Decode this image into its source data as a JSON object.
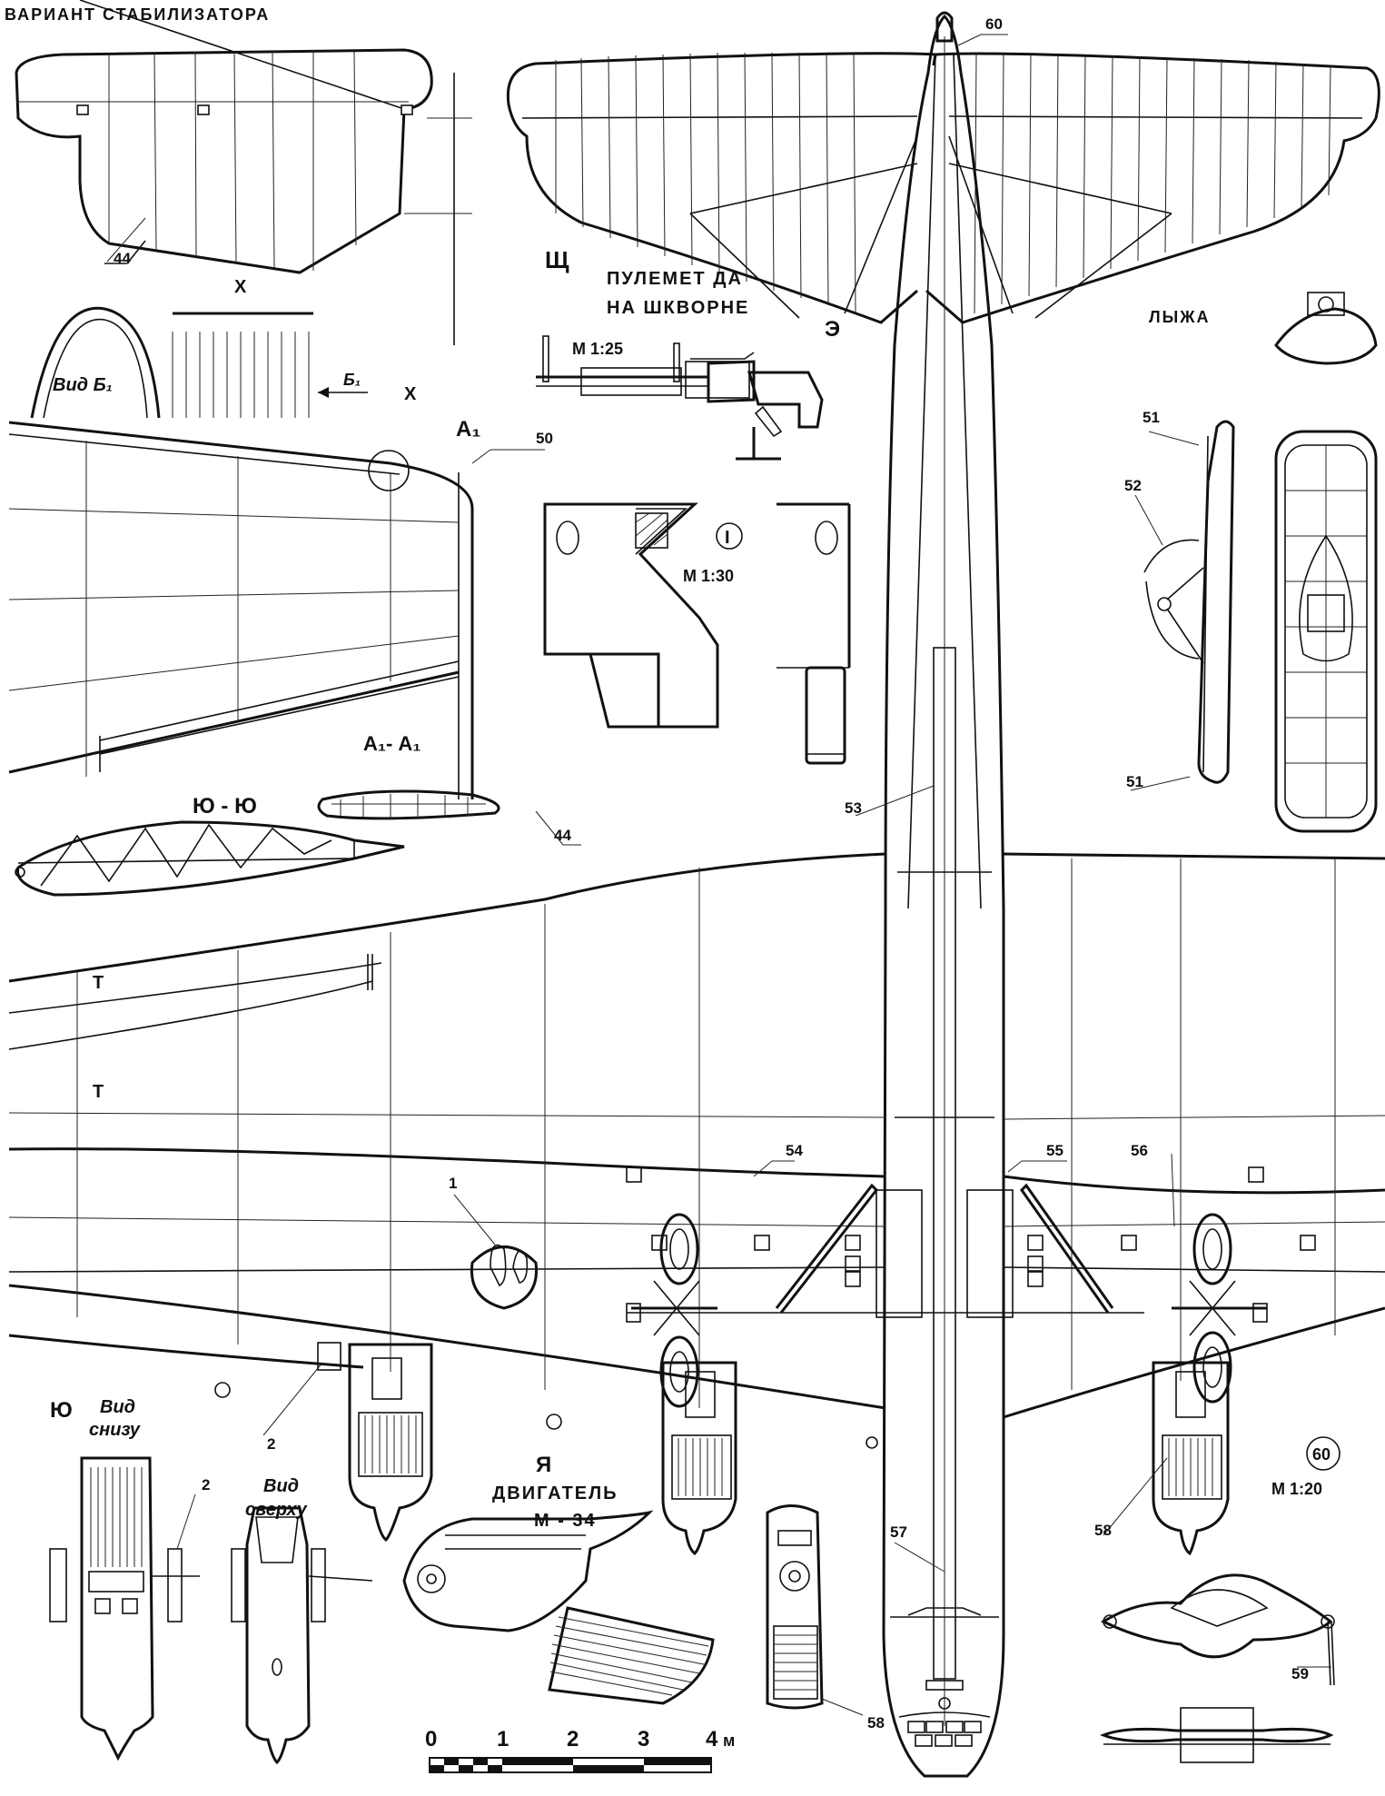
{
  "labels": {
    "stab_variant": "ВАРИАНТ      СТАБИЛИЗАТОРА",
    "sec_x": "X",
    "sec_x2": "X",
    "view_b1": "Вид Б₁",
    "b1": "Б₁",
    "a1": "А₁",
    "section_a1": "А₁- А₁",
    "section_yu": "Ю - Ю",
    "t_top": "Т",
    "t_bot": "Т",
    "shch": "Щ",
    "mg_title_1": "ПУЛЕМЕТ ДА",
    "mg_title_2": "НА ШКВОРНЕ",
    "mg_scale": "М 1:25",
    "e": "Э",
    "ski": "ЛЫЖА",
    "detail_i": "I",
    "detail_scale": "М 1:30",
    "yu": "Ю",
    "view_bottom_1": "Вид",
    "view_bottom_2": "снизу",
    "view_top_1": "Вид",
    "view_top_2": "сверху",
    "ya": "Я",
    "engine_1": "ДВИГАТЕЛЬ",
    "engine_2": "М - 34",
    "detail_60_scale": "М 1:20"
  },
  "callouts": {
    "c44a": "44",
    "c44b": "44",
    "c50": "50",
    "c60": "60",
    "c51a": "51",
    "c51b": "51",
    "c52": "52",
    "c53": "53",
    "c54": "54",
    "c55": "55",
    "c56": "56",
    "c1": "1",
    "c2a": "2",
    "c2b": "2",
    "c57": "57",
    "c58a": "58",
    "c58b": "58",
    "c59": "59",
    "c60b": "60"
  },
  "scale_bar": {
    "ticks": [
      "0",
      "1",
      "2",
      "3",
      "4"
    ],
    "unit": "м"
  }
}
